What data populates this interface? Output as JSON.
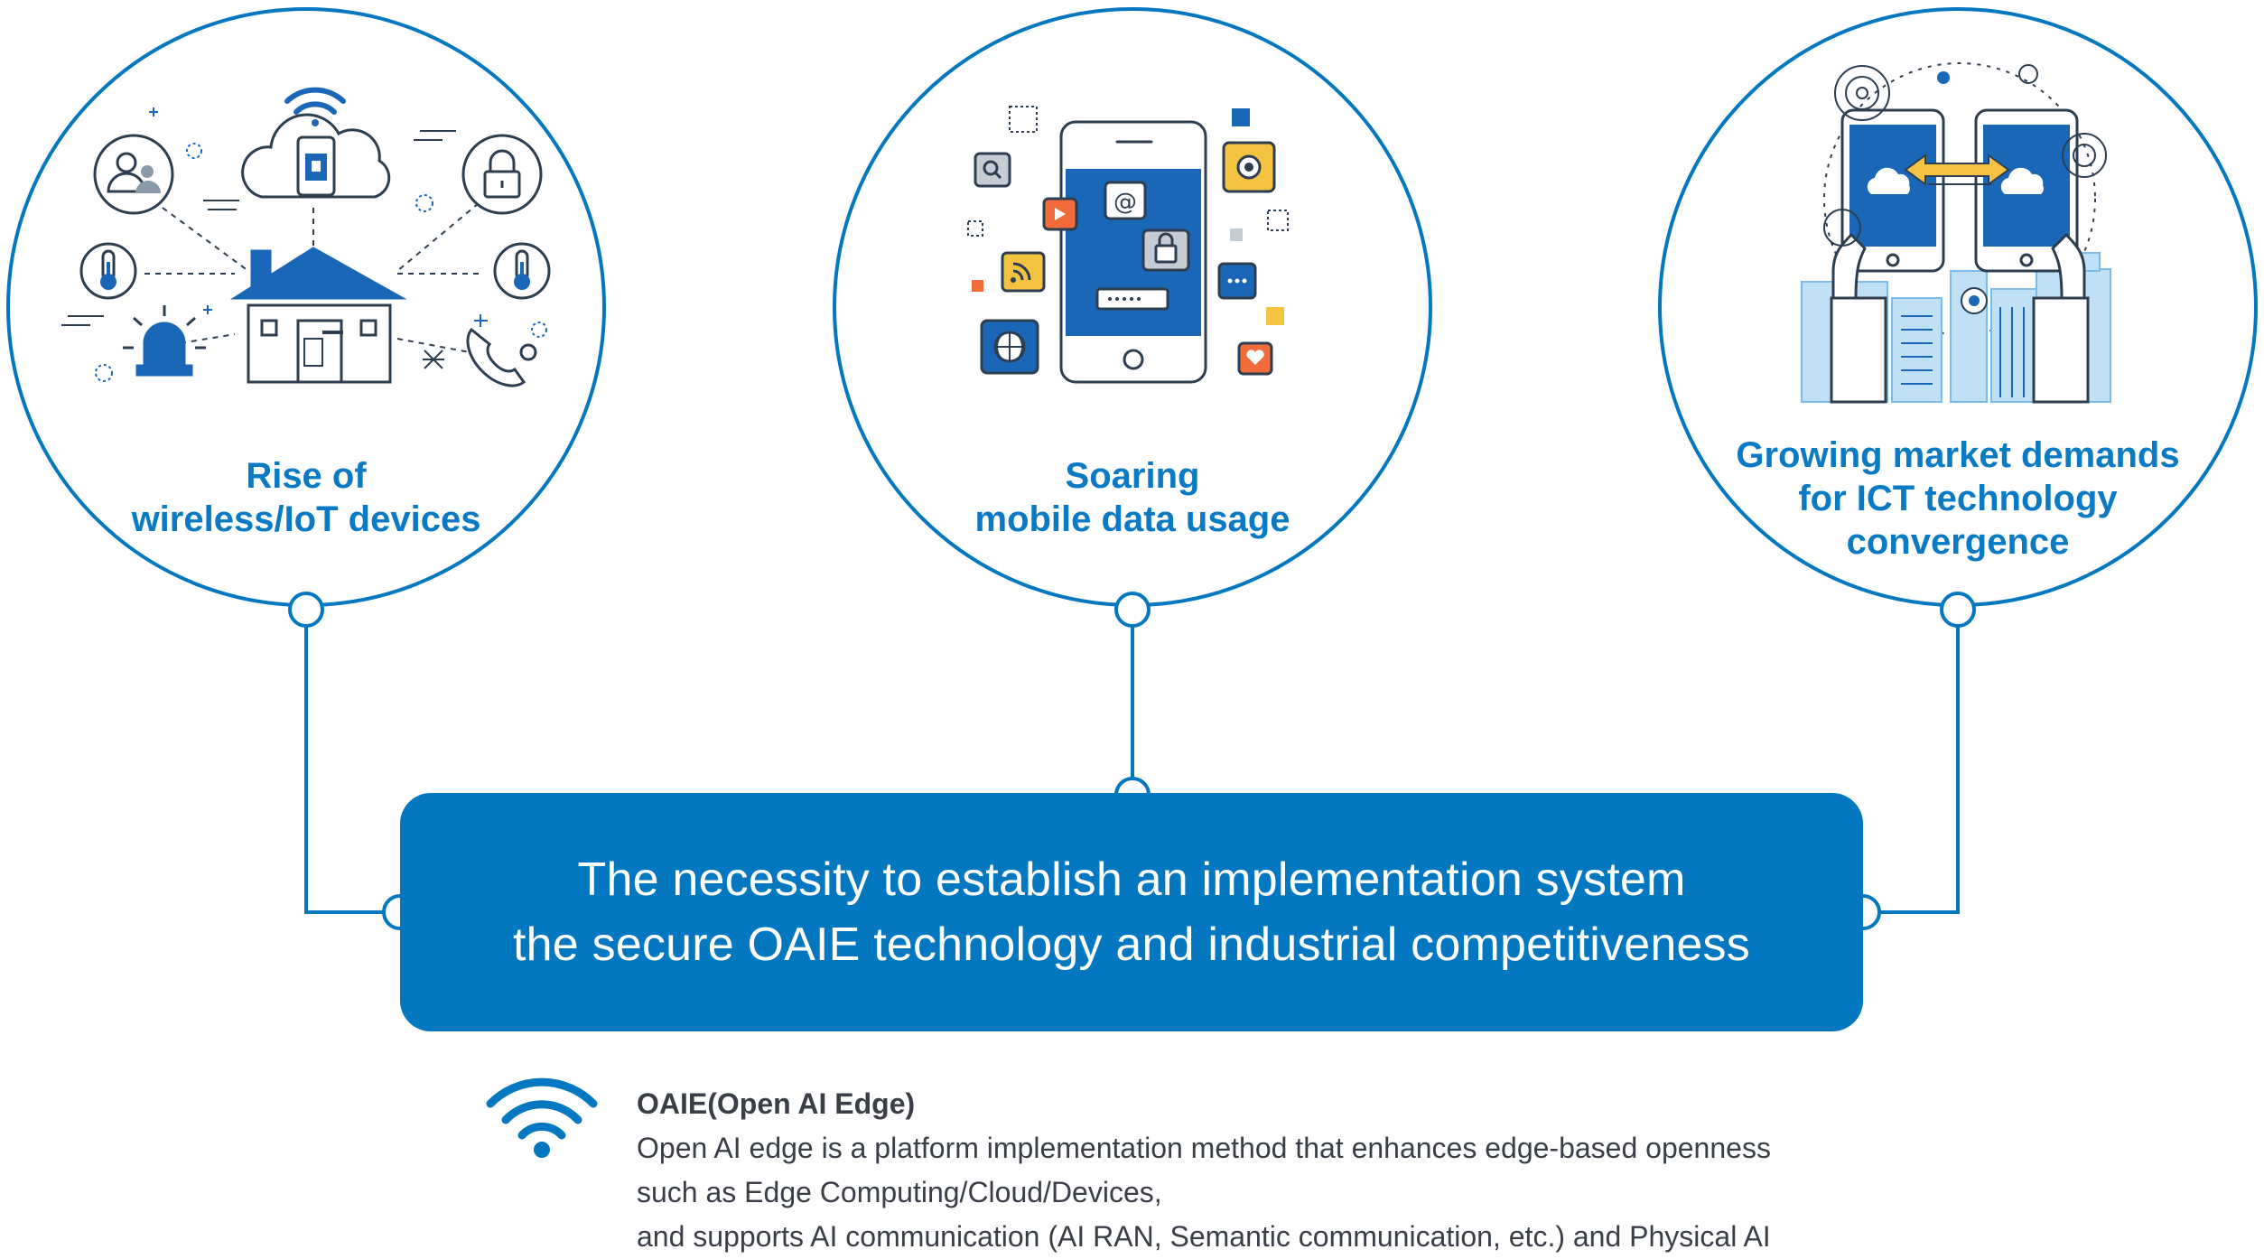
{
  "colors": {
    "primary": "#0377bf",
    "title_text": "#0a7ac4",
    "icon_blue": "#1a67b8",
    "icon_dark": "#2c3e50",
    "accent_yellow": "#f5c342",
    "accent_orange": "#f26b3a",
    "note_text": "#3a3f47"
  },
  "circles": [
    {
      "title_lines": [
        "Rise of",
        "wireless/IoT devices"
      ],
      "icon": "smart-home-iot-icon"
    },
    {
      "title_lines": [
        "Soaring",
        "mobile data usage"
      ],
      "icon": "smartphone-apps-icon"
    },
    {
      "title_lines": [
        "Growing market demands",
        "for ICT technology",
        "convergence"
      ],
      "icon": "ict-convergence-icon"
    }
  ],
  "banner": {
    "lines": [
      "The necessity to establish an implementation system",
      "the secure OAIE technology and industrial competitiveness"
    ]
  },
  "note": {
    "icon": "wifi-icon",
    "heading": "OAIE(Open AI Edge)",
    "lines": [
      "Open AI edge is a platform implementation method that enhances edge-based openness",
      "such as Edge Computing/Cloud/Devices,",
      "and supports AI communication (AI RAN, Semantic communication, etc.) and Physical AI"
    ]
  }
}
